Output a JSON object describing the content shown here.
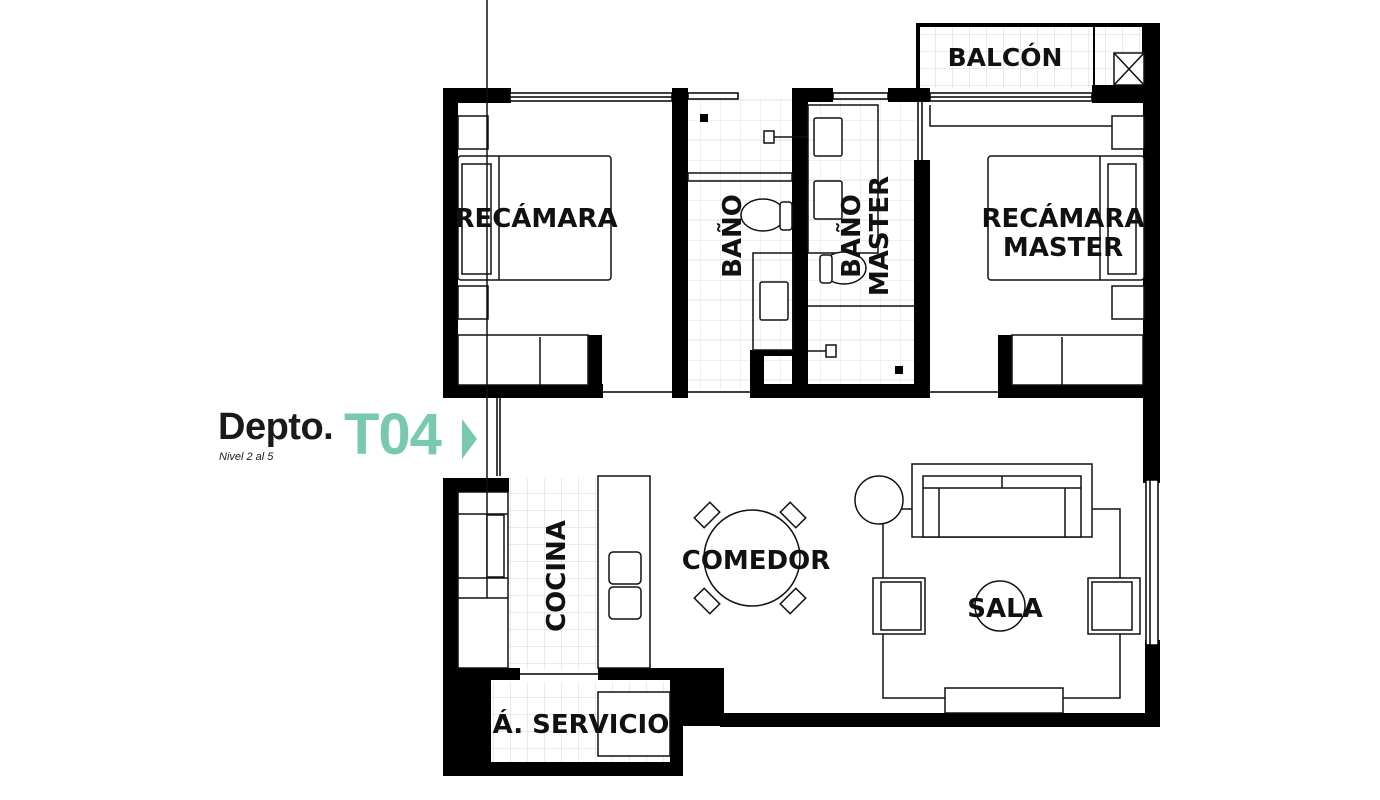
{
  "unit": {
    "prefix": "Depto.",
    "code": "T04",
    "levels": "Nivel 2 al 5",
    "accent_color": "#78c9b0"
  },
  "rooms": {
    "balcon": "BALCÓN",
    "recamara": "RECÁMARA",
    "bano": "BAÑO",
    "bano_master_1": "BAÑO",
    "bano_master_2": "MASTER",
    "recamara_master_1": "RECÁMARA",
    "recamara_master_2": "MASTER",
    "cocina": "COCINA",
    "comedor": "COMEDOR",
    "sala": "SALA",
    "servicio": "Á. SERVICIO"
  },
  "colors": {
    "wall": "#000000",
    "tile_grid": "#d9d9d9",
    "furniture_line": "#222222"
  }
}
